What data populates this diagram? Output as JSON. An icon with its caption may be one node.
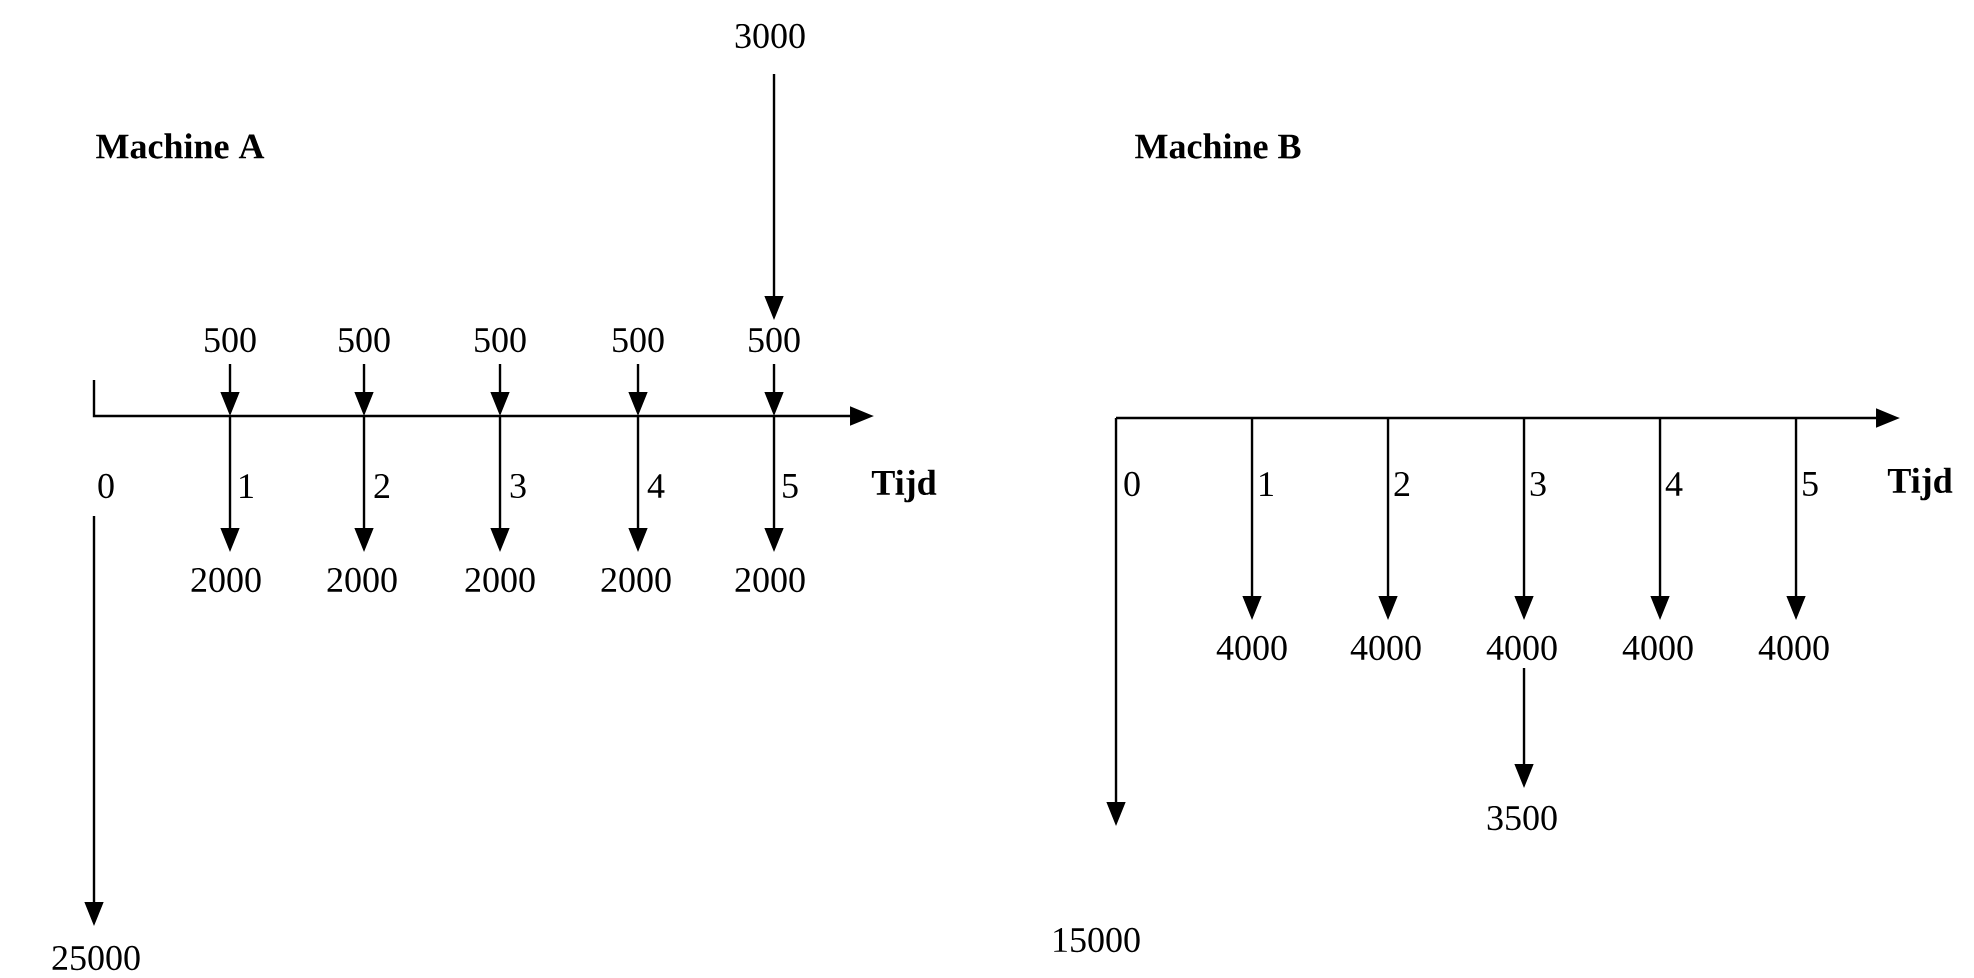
{
  "diagram": {
    "labels": [
      "Machine A",
      "3000",
      "500",
      "500",
      "500",
      "500",
      "500",
      "0",
      "1",
      "2",
      "3",
      "4",
      "5",
      "Tijd",
      "2000",
      "2000",
      "2000",
      "2000",
      "2000",
      "25000",
      "Machine B",
      "0",
      "1",
      "2",
      "3",
      "4",
      "5",
      "Tijd",
      "4000",
      "4000",
      "4000",
      "4000",
      "4000",
      "3500",
      "15000"
    ]
  }
}
